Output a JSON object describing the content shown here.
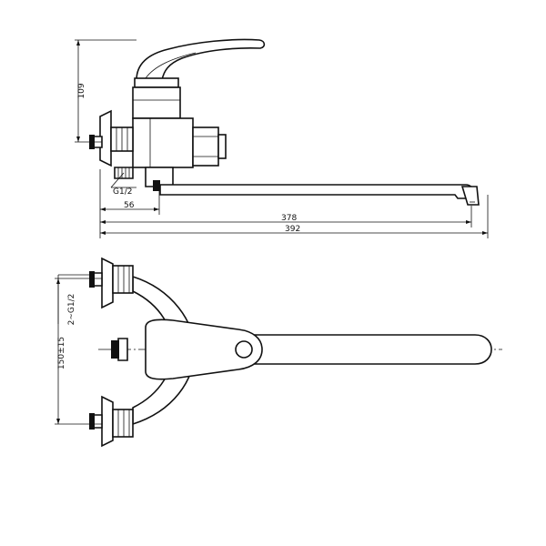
{
  "dimensions": {
    "height_109": "109",
    "thread_g12": "G1/2",
    "offset_56": "56",
    "length_378": "378",
    "length_392": "392",
    "inlets_2g12": "2~G1/2",
    "spacing_150": "150±15"
  }
}
